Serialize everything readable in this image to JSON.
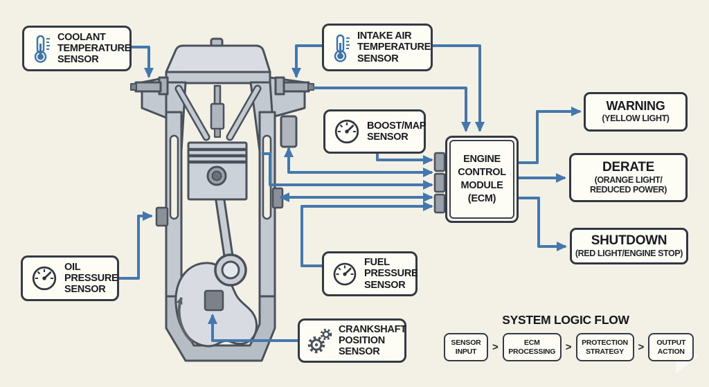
{
  "sensors": {
    "coolant": {
      "icon": "thermometer-icon",
      "lines": [
        "COOLANT",
        "TEMPERATURE",
        "SENSOR"
      ]
    },
    "intake_air": {
      "icon": "thermometer-icon",
      "lines": [
        "INTAKE AIR",
        "TEMPERATURE",
        "SENSOR"
      ]
    },
    "boost_map": {
      "icon": "gauge-icon",
      "lines": [
        "BOOST/MAP",
        "SENSOR"
      ]
    },
    "oil_pressure": {
      "icon": "gauge-icon",
      "lines": [
        "OIL",
        "PRESSURE",
        "SENSOR"
      ]
    },
    "fuel_pressure": {
      "icon": "gauge-icon",
      "lines": [
        "FUEL",
        "PRESSURE",
        "SENSOR"
      ]
    },
    "crankshaft": {
      "icon": "gears-icon",
      "lines": [
        "CRANKSHAFT",
        "POSITION",
        "SENSOR"
      ]
    }
  },
  "ecm": {
    "lines": [
      "ENGINE",
      "CONTROL",
      "MODULE",
      "(ECM)"
    ]
  },
  "outputs": {
    "warning": {
      "title": "WARNING",
      "sub": [
        "(YELLOW LIGHT)"
      ]
    },
    "derate": {
      "title": "DERATE",
      "sub": [
        "(ORANGE LIGHT/",
        "REDUCED POWER)"
      ]
    },
    "shutdown": {
      "title": "SHUTDOWN",
      "sub": [
        "(RED LIGHT/ENGINE STOP)"
      ]
    }
  },
  "logic_flow": {
    "title": "SYSTEM LOGIC FLOW",
    "separator": ">",
    "steps": [
      {
        "lines": [
          "SENSOR",
          "INPUT"
        ]
      },
      {
        "lines": [
          "ECM",
          "PROCESSING"
        ]
      },
      {
        "lines": [
          "PROTECTION",
          "STRATEGY"
        ]
      },
      {
        "lines": [
          "OUTPUT",
          "ACTION"
        ]
      }
    ]
  },
  "colors": {
    "background": "#f3f1e5",
    "wire_blue": "#4478ad",
    "box_border": "#343a42",
    "box_fill": "#fdfcf5",
    "engine_gray": "#c3c9d0",
    "icon_blue": "#3d74aa",
    "icon_dark": "#2e343b"
  }
}
